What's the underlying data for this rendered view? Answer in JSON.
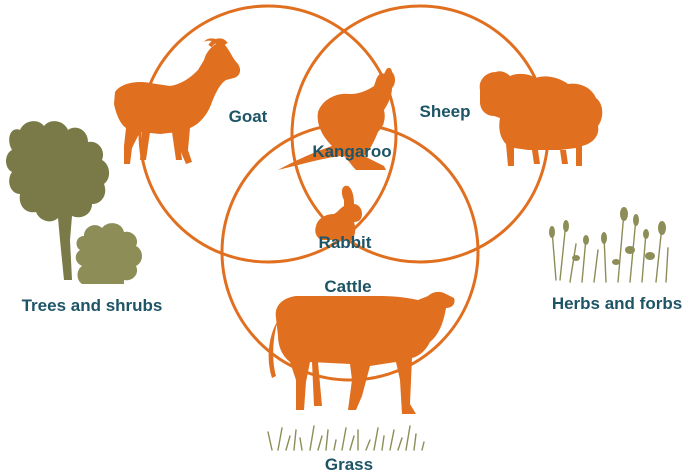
{
  "colors": {
    "ring": "#e07020",
    "animal": "#e07020",
    "label": "#1d5466",
    "vegetation": "#7a7a48"
  },
  "circles": [
    {
      "name": "circle-browse",
      "overlaps": "goat"
    },
    {
      "name": "circle-herbs",
      "overlaps": "sheep"
    },
    {
      "name": "circle-grass",
      "overlaps": "cattle"
    }
  ],
  "animals": {
    "goat": "Goat",
    "sheep": "Sheep",
    "kangaroo": "Kangaroo",
    "rabbit": "Rabbit",
    "cattle": "Cattle"
  },
  "vegetation": {
    "trees": "Trees and shrubs",
    "herbs": "Herbs and forbs",
    "grass": "Grass"
  },
  "icons": {
    "goat": "goat-silhouette-icon",
    "sheep": "sheep-silhouette-icon",
    "kangaroo": "kangaroo-silhouette-icon",
    "rabbit": "rabbit-silhouette-icon",
    "cattle": "cow-silhouette-icon",
    "trees": "tree-shrub-icon",
    "herbs": "herbs-icon",
    "grass": "grass-tuft-icon"
  }
}
